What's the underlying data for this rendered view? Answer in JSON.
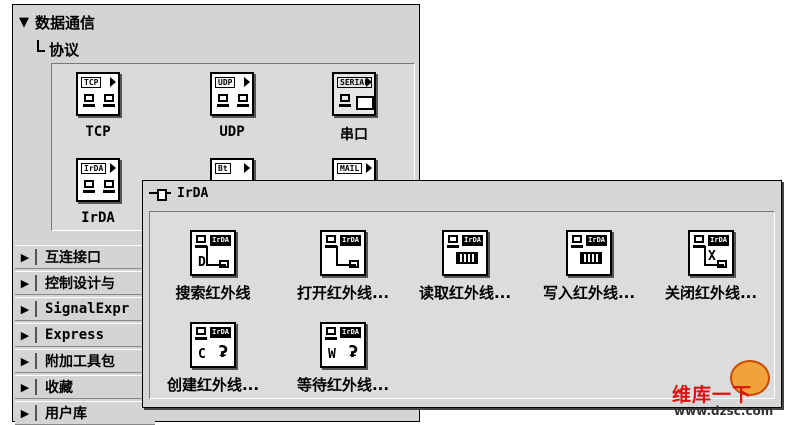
{
  "palette": {
    "category": "数据通信",
    "subcategory": "协议",
    "protocols": [
      {
        "label": "TCP",
        "tag": "TCP"
      },
      {
        "label": "UDP",
        "tag": "UDP"
      },
      {
        "label": "串口",
        "tag": "SERIAL"
      },
      {
        "label": "IrDA",
        "tag": "IrDA"
      },
      {
        "label": "",
        "tag": "Bt"
      },
      {
        "label": "",
        "tag": "MAIL"
      }
    ],
    "side_categories": [
      "互连接口",
      "控制设计与",
      "SignalExpr",
      "Express",
      "附加工具包",
      "收藏",
      "用户库"
    ]
  },
  "irda": {
    "title": "IrDA",
    "functions": [
      {
        "label": "搜索红外线",
        "glyph": "D"
      },
      {
        "label": "打开红外线...",
        "glyph": ""
      },
      {
        "label": "读取红外线...",
        "glyph": ""
      },
      {
        "label": "写入红外线...",
        "glyph": ""
      },
      {
        "label": "关闭红外线...",
        "glyph": "X"
      },
      {
        "label": "创建红外线...",
        "glyph": "C"
      },
      {
        "label": "等待红外线...",
        "glyph": "W"
      }
    ]
  },
  "watermark": {
    "brand": "维库一下",
    "url": "www.dzsc.com"
  }
}
